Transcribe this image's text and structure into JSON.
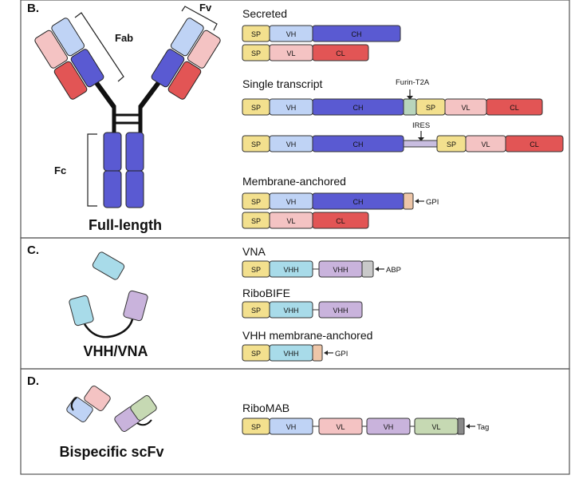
{
  "colors": {
    "sp": "#f3e08e",
    "vh": "#bfd3f5",
    "ch": "#5a5ad2",
    "vl": "#f4c3c3",
    "cl": "#e25555",
    "vhh": "#a8dbe9",
    "vhh2": "#c9b3dc",
    "gpi": "#eec6a8",
    "abp": "#c9c9c9",
    "furin": "#b8d5bc",
    "ires": "#c8bde0",
    "tag": "#8a8a8a",
    "vl_green": "#c6d9b3"
  },
  "panel_b": {
    "label": "B.",
    "fab": "Fab",
    "fv": "Fv",
    "fc": "Fc",
    "caption": "Full-length",
    "secreted": {
      "title": "Secreted",
      "sp": "SP",
      "vh": "VH",
      "ch": "CH",
      "vl": "VL",
      "cl": "CL"
    },
    "single": {
      "title": "Single transcript",
      "furin": "Furin-T2A",
      "ires": "IRES",
      "sp": "SP",
      "vh": "VH",
      "ch": "CH",
      "vl": "VL",
      "cl": "CL"
    },
    "membrane": {
      "title": "Membrane-anchored",
      "gpi": "GPI",
      "sp": "SP",
      "vh": "VH",
      "ch": "CH",
      "vl": "VL",
      "cl": "CL"
    }
  },
  "panel_c": {
    "label": "C.",
    "caption": "VHH/VNA",
    "vna": {
      "title": "VNA",
      "sp": "SP",
      "vhh1": "VHH",
      "vhh2": "VHH",
      "abp": "ABP"
    },
    "ribobife": {
      "title": "RiboBIFE",
      "sp": "SP",
      "vhh1": "VHH",
      "vhh2": "VHH"
    },
    "vhhmem": {
      "title": "VHH membrane-anchored",
      "sp": "SP",
      "vhh": "VHH",
      "gpi": "GPI"
    }
  },
  "panel_d": {
    "label": "D.",
    "caption": "Bispecific scFv",
    "ribomab": {
      "title": "RiboMAB",
      "sp": "SP",
      "vh": "VH",
      "vl": "VL",
      "vh2": "VH",
      "vl2": "VL",
      "tag": "Tag"
    }
  }
}
